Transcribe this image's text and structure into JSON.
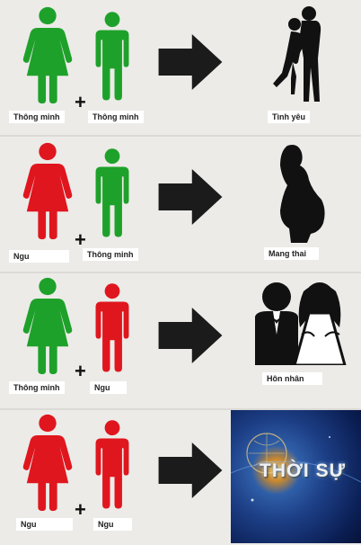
{
  "colors": {
    "smart": "#1ea12a",
    "dumb": "#e0161e",
    "arrow": "#1b1b1b",
    "silhouette": "#111111"
  },
  "rows": [
    {
      "left_label": "Thông minh",
      "right_label": "Thông minh",
      "result_label": "Tình yêu",
      "left_color": "smart",
      "right_color": "smart"
    },
    {
      "left_label": "Ngu",
      "right_label": "Thông minh",
      "result_label": "Mang thai",
      "left_color": "dumb",
      "right_color": "smart"
    },
    {
      "left_label": "Thông minh",
      "right_label": "Ngu",
      "result_label": "Hôn nhân",
      "left_color": "smart",
      "right_color": "dumb"
    },
    {
      "left_label": "Ngu",
      "right_label": "Ngu",
      "result_label": "",
      "left_color": "dumb",
      "right_color": "dumb"
    }
  ],
  "news": {
    "title": "THỜI SỰ"
  }
}
